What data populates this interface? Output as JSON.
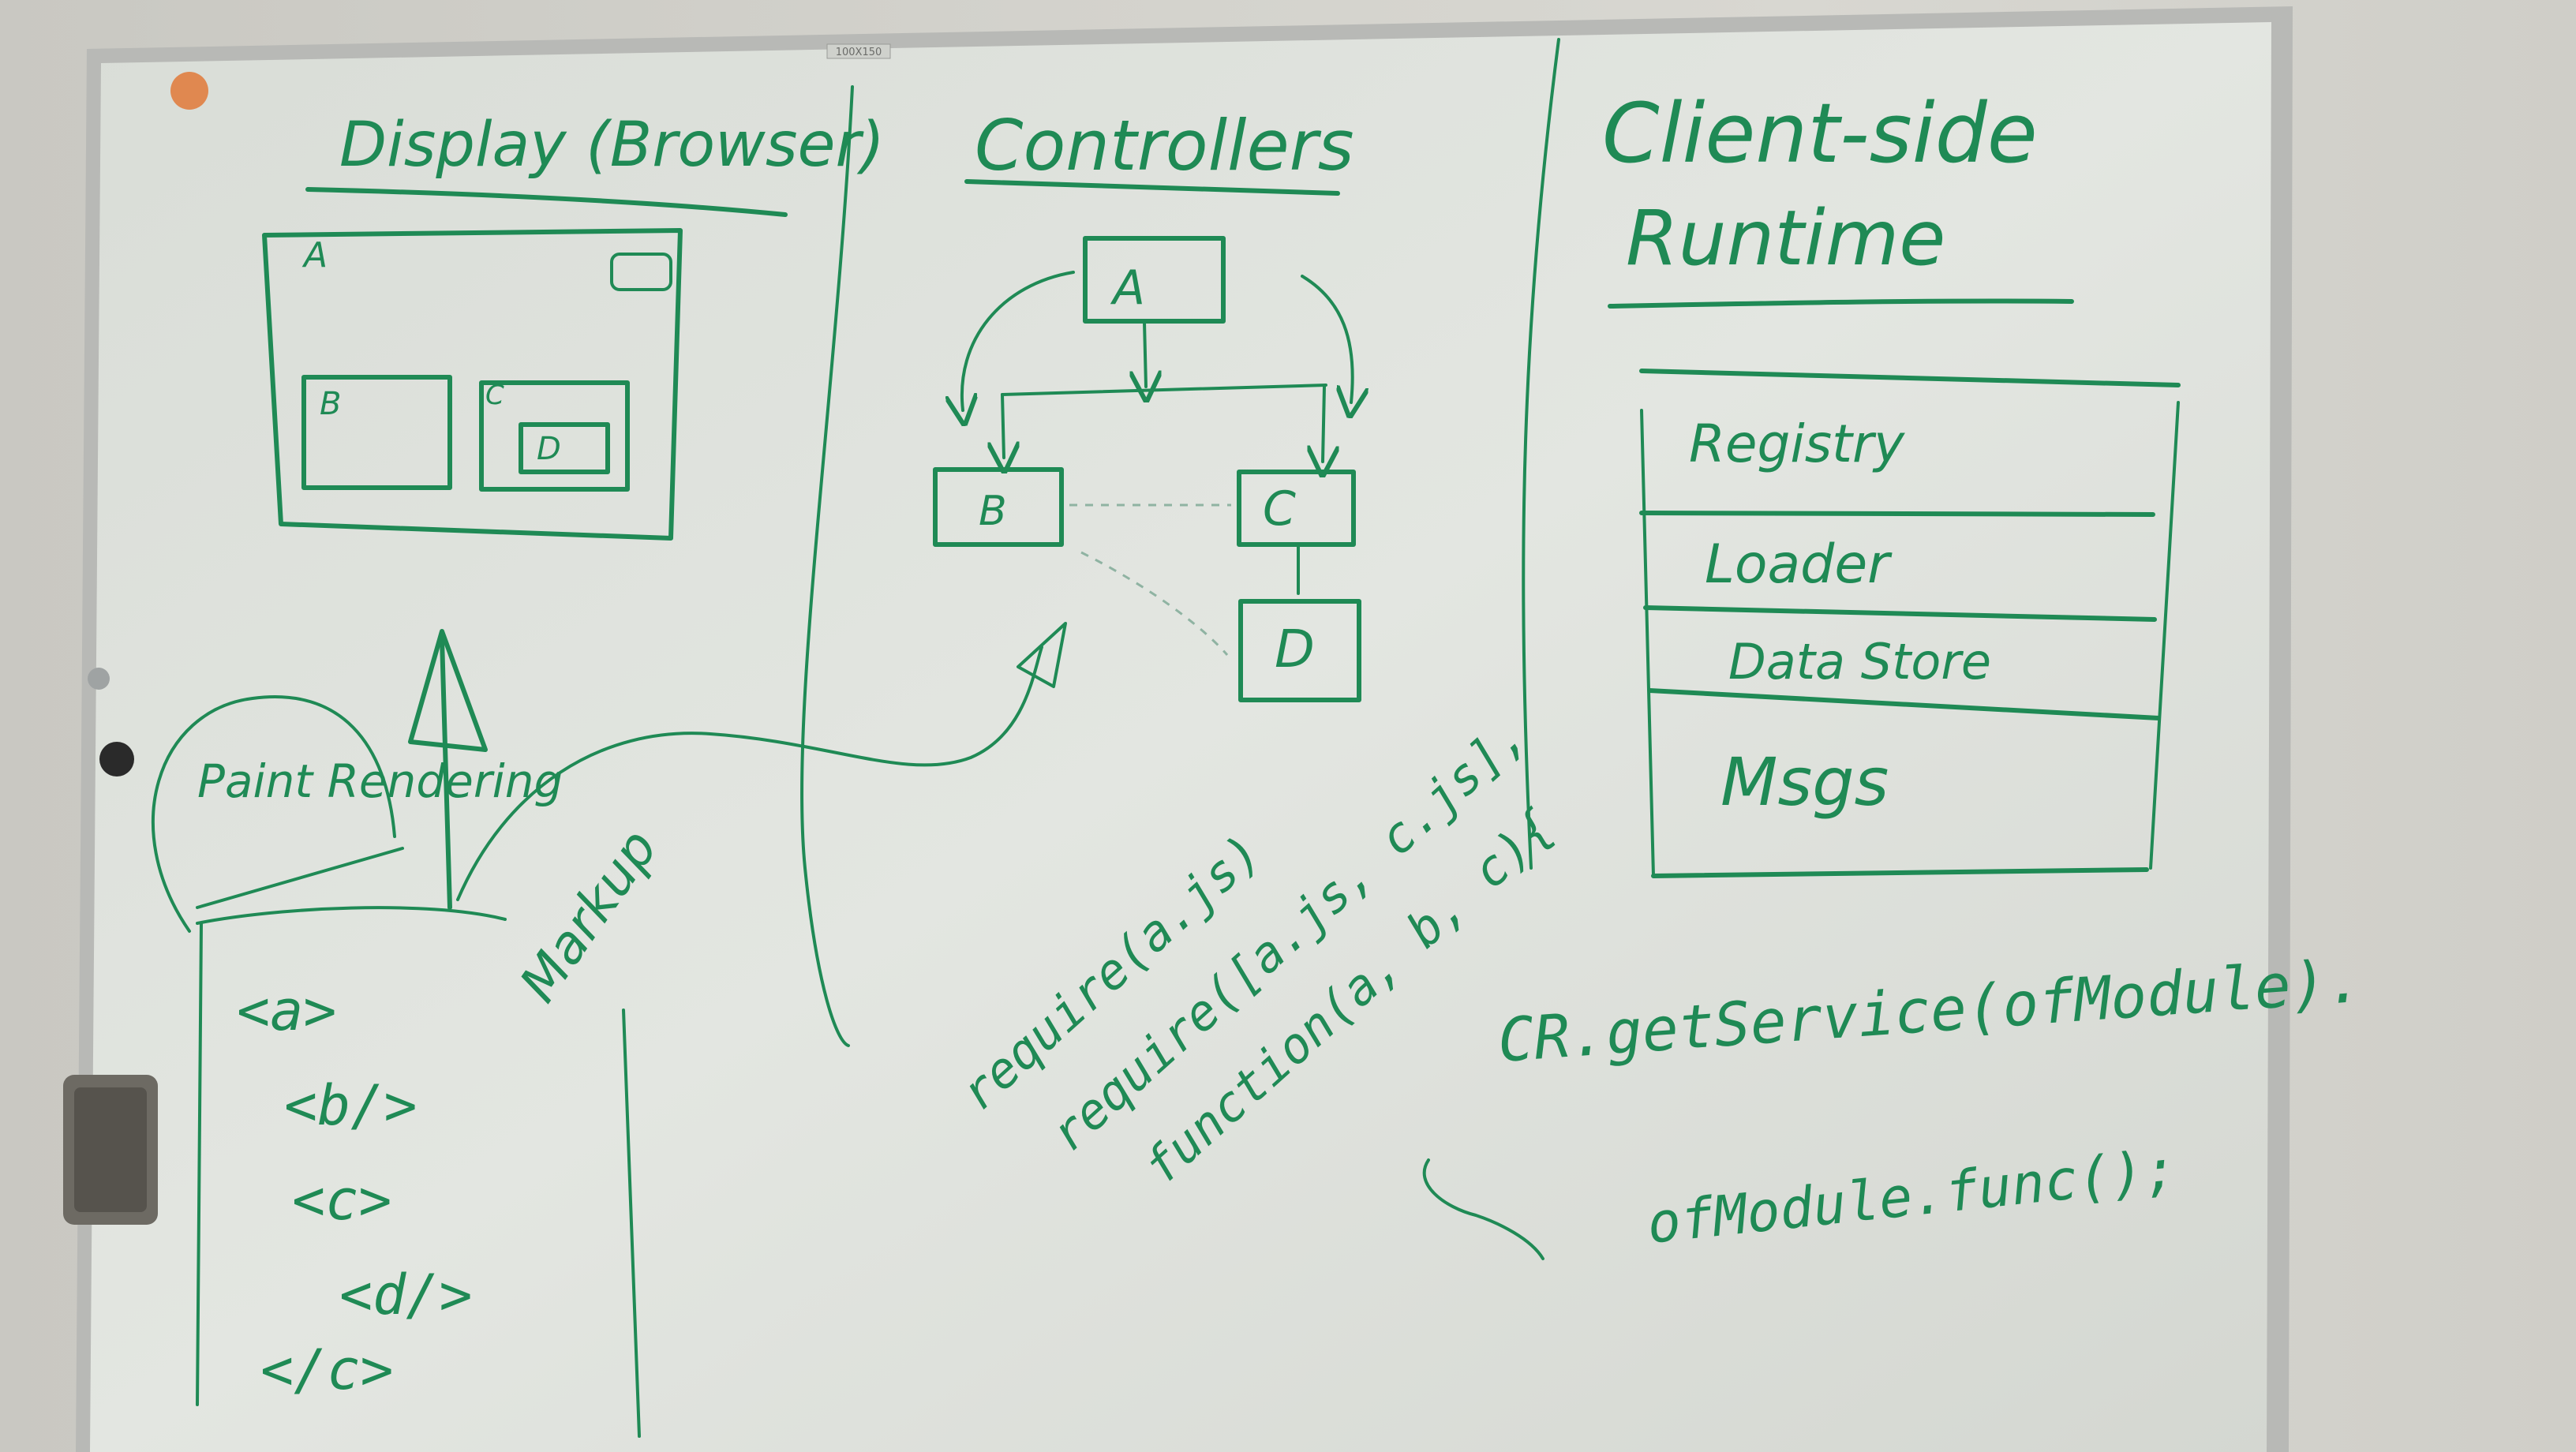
{
  "colors": {
    "marker_ink": "#1f8a55",
    "board_surface": "#dfe3dd",
    "frame": "#b5b6b3",
    "wall": "#d3d2cc",
    "magnet_orange": "#e08850",
    "eraser": "#6d6a63"
  },
  "board": {
    "label_sticker": "100X150"
  },
  "columns": {
    "display": {
      "heading": "Display (Browser)",
      "box_a": "A",
      "box_b": "B",
      "box_c": "C",
      "box_d": "D",
      "paint_note": "Paint Rendering",
      "markup_label": "Markup",
      "markup_lines": [
        "<a>",
        "<b/>",
        "<c>",
        "<d/>",
        "</c>"
      ]
    },
    "controllers": {
      "heading": "Controllers",
      "node_a": "A",
      "node_b": "B",
      "node_c": "C",
      "node_d": "D",
      "code_lines": [
        "require(a.js)",
        "require([a.js, c.js],",
        "function(a, b, c){"
      ]
    },
    "runtime": {
      "heading_line1": "Client-side",
      "heading_line2": "Runtime",
      "layers": [
        "Registry",
        "Loader",
        "Data Store",
        "Msgs"
      ],
      "code_line1": "CR.getService(ofModule).",
      "code_line2": "ofModule.func();"
    }
  }
}
